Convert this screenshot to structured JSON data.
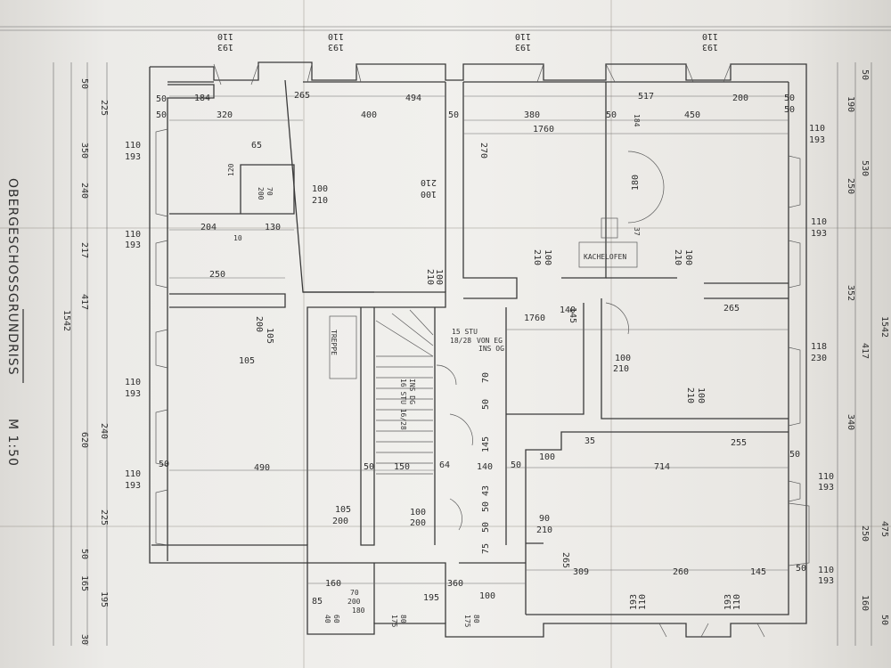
{
  "sheet": {
    "title": "OBERGESCHOSSGRUNDRISS",
    "title_underlined_part": "GRUNDRISS",
    "scale": "M 1:50"
  },
  "top_dims": [
    {
      "a": "110",
      "b": "193"
    },
    {
      "a": "110",
      "b": "193"
    },
    {
      "a": "110",
      "b": "193"
    },
    {
      "a": "110",
      "b": "193"
    }
  ],
  "left_outer_dims": [
    "50",
    "225",
    "350",
    "240",
    "217",
    "417",
    "620",
    "240",
    "225",
    "50",
    "165",
    "195",
    "30"
  ],
  "left_total": "1542",
  "right_outer_dims": [
    "50",
    "190",
    "530",
    "250",
    "352",
    "417",
    "1542",
    "340",
    "250",
    "475",
    "160",
    "50"
  ],
  "window_dims_left": [
    {
      "a": "110",
      "b": "193"
    },
    {
      "a": "110",
      "b": "193"
    },
    {
      "a": "110",
      "b": "193"
    },
    {
      "a": "110",
      "b": "193"
    }
  ],
  "window_dims_right": [
    {
      "a": "110",
      "b": "193"
    },
    {
      "a": "110",
      "b": "193"
    },
    {
      "a": "118",
      "b": "230"
    },
    {
      "a": "110",
      "b": "193"
    },
    {
      "a": "110",
      "b": "193"
    }
  ],
  "room_dims": {
    "r1_w1": "184",
    "r1_w2": "320",
    "d265": "265",
    "r2_w": "400",
    "r2_top": "494",
    "r3_w": "380",
    "r3_total": "1760",
    "r4_top1": "517",
    "r4_top2": "200",
    "r4_w": "450",
    "wall50": "50",
    "d270": "270",
    "d65": "65",
    "d120": "120",
    "d70": "70",
    "d200": "200",
    "d204": "204",
    "d130": "130",
    "d10": "10",
    "d250": "250",
    "d105": "105",
    "d490": "490",
    "d150": "150",
    "d140": "140",
    "d1760": "1760",
    "d265b": "265",
    "d100": "100",
    "d210": "210",
    "d714": "714",
    "d255": "255",
    "d309": "309",
    "d260": "260",
    "d145": "145",
    "d160": "160",
    "d360": "360",
    "d195": "195",
    "d175": "175",
    "d80": "80",
    "d85": "85",
    "d40": "40",
    "d60": "60",
    "d180": "180",
    "d90": "90",
    "d230": "230",
    "d184": "184",
    "d37": "37",
    "d35": "35",
    "d64": "64",
    "d45": "45",
    "d75": "75",
    "d43": "43"
  },
  "door_dims": [
    {
      "a": "100",
      "b": "210"
    },
    {
      "a": "100",
      "b": "210"
    },
    {
      "a": "100",
      "b": "210"
    },
    {
      "a": "100",
      "b": "210"
    },
    {
      "a": "105",
      "b": "200"
    },
    {
      "a": "105",
      "b": "200"
    },
    {
      "a": "100",
      "b": "200"
    },
    {
      "a": "90",
      "b": "210"
    },
    {
      "a": "100",
      "b": "210"
    },
    {
      "a": "100",
      "b": "210"
    },
    {
      "a": "100",
      "b": "210"
    }
  ],
  "notes": {
    "oven": "KACHELOFEN",
    "stair1": "15 STU",
    "stair2": "18/28",
    "from": "VON EG",
    "to_og": "INS OG",
    "treppe": "TREPPE",
    "stair_down": "16 STU 16/28",
    "ins_dg": "INS DG"
  }
}
